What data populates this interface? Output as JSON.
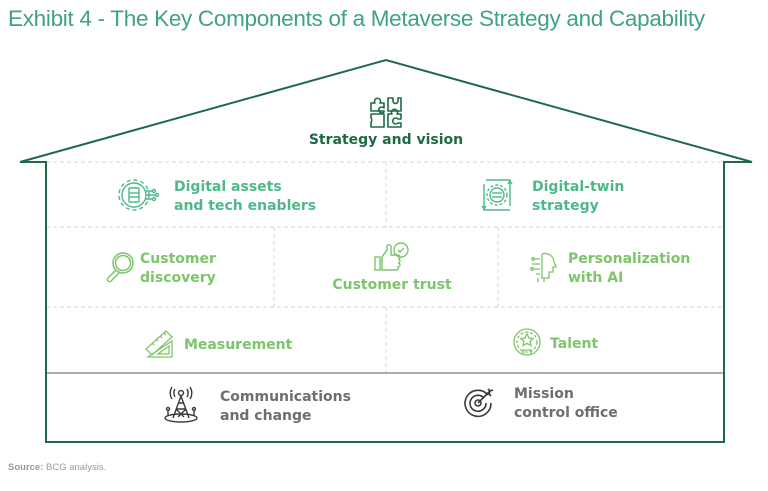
{
  "title": "Exhibit 4 - The Key Components of a Metaverse Strategy and Capability",
  "colors": {
    "title": "#3fa287",
    "outline": "#1d6b46",
    "teal_label": "#4db88a",
    "green_label": "#7cc56a",
    "dark_label": "#1d6b46",
    "gray_label": "#6e6e6e"
  },
  "roof": {
    "label": "Strategy and vision",
    "icon": "puzzle-icon"
  },
  "rows": [
    {
      "items": [
        {
          "line1": "Digital assets",
          "line2": "and tech enablers",
          "icon": "gear-server-icon"
        },
        {
          "line1": "Digital-twin",
          "line2": "strategy",
          "icon": "digital-twin-icon"
        }
      ]
    },
    {
      "items": [
        {
          "line1": "Customer",
          "line2": "discovery",
          "icon": "magnifier-icon"
        },
        {
          "line1": "Customer trust",
          "line2": "",
          "icon": "thumbs-up-check-icon"
        },
        {
          "line1": "Personalization",
          "line2": "with AI",
          "icon": "ai-head-icon"
        }
      ]
    },
    {
      "items": [
        {
          "line1": "Measurement",
          "line2": "",
          "icon": "ruler-triangle-icon"
        },
        {
          "line1": "Talent",
          "line2": "",
          "icon": "talent-star-icon"
        }
      ]
    }
  ],
  "foundation": {
    "items": [
      {
        "line1": "Communications",
        "line2": "and change",
        "icon": "antenna-tower-icon"
      },
      {
        "line1": "Mission",
        "line2": "control office",
        "icon": "target-icon"
      }
    ]
  },
  "source": {
    "label": "Source:",
    "text": "BCG analysis."
  }
}
